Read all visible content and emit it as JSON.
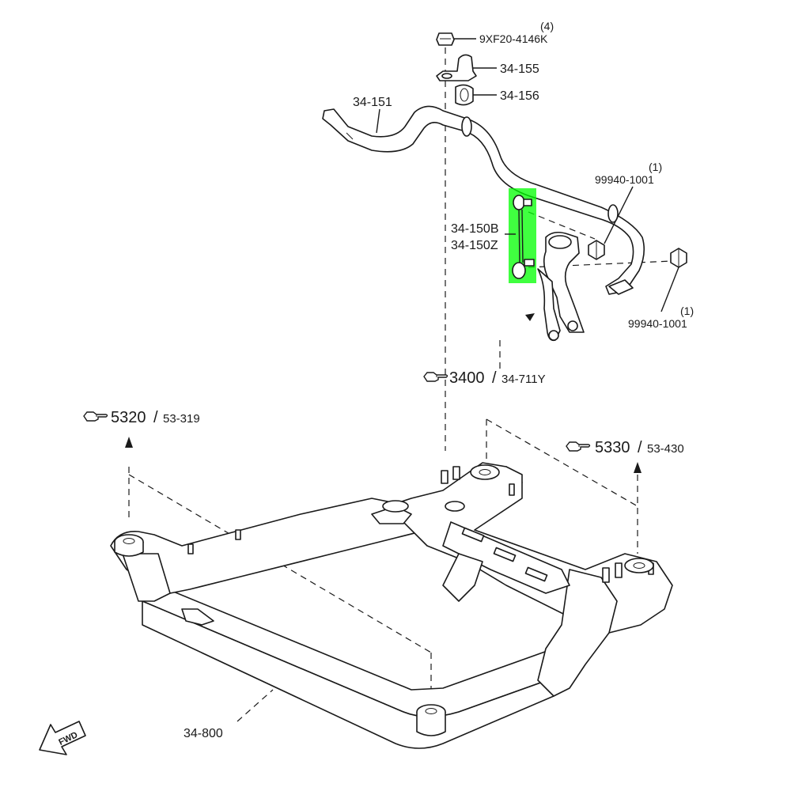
{
  "parts": {
    "nut_top": "9XF20-4146K",
    "nut_top_qty": "(4)",
    "bracket": "34-155",
    "bushing": "34-156",
    "stabilizer_bar": "34-151",
    "link_b": "34-150B",
    "link_z": "34-150Z",
    "nut_link_upper": "99940-1001",
    "nut_link_upper_qty": "(1)",
    "nut_link_lower": "99940-1001",
    "nut_link_lower_qty": "(1)",
    "crossmember": "34-800"
  },
  "refs": {
    "knuckle": {
      "main": "3400",
      "sub": "34-711Y"
    },
    "left_mount": {
      "main": "5320",
      "sub": "53-319"
    },
    "right_mount": {
      "main": "5330",
      "sub": "53-430"
    }
  },
  "fwd_label": "FWD",
  "highlight_color": "#00ff00",
  "ref_icon": "pointing-hand-icon"
}
